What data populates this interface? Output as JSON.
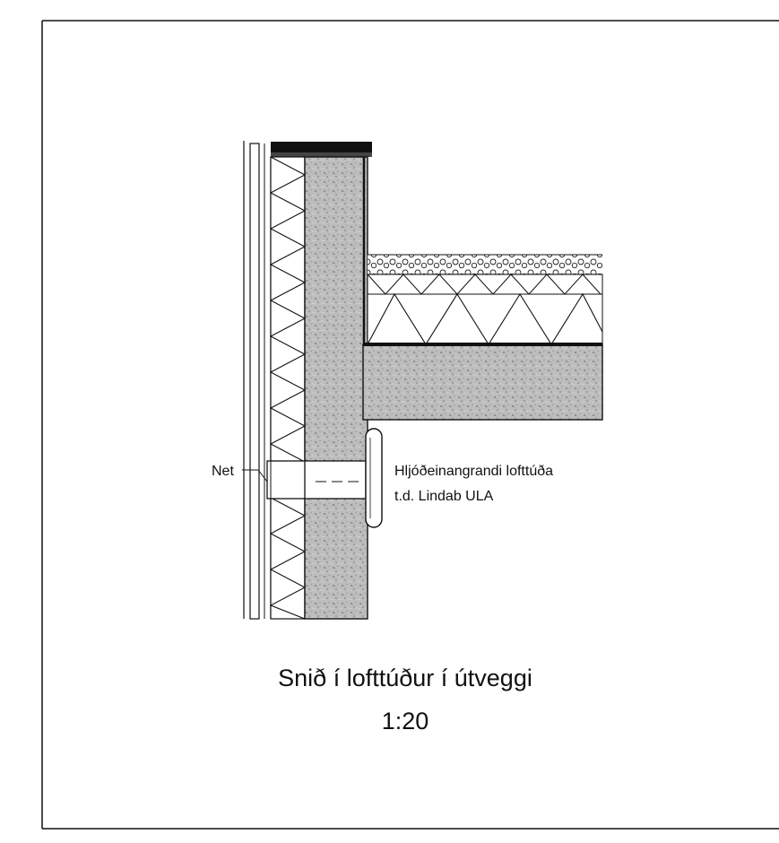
{
  "labels": {
    "net": "Net",
    "vent_name": "Hljóðeinangrandi lofttúða",
    "vent_example": "t.d. Lindab ULA"
  },
  "caption": {
    "title": "Snið í lofttúður í útveggi",
    "scale": "1:20"
  },
  "colors": {
    "ink": "#111111",
    "concrete": "#bdbdbd",
    "paper": "#ffffff"
  }
}
